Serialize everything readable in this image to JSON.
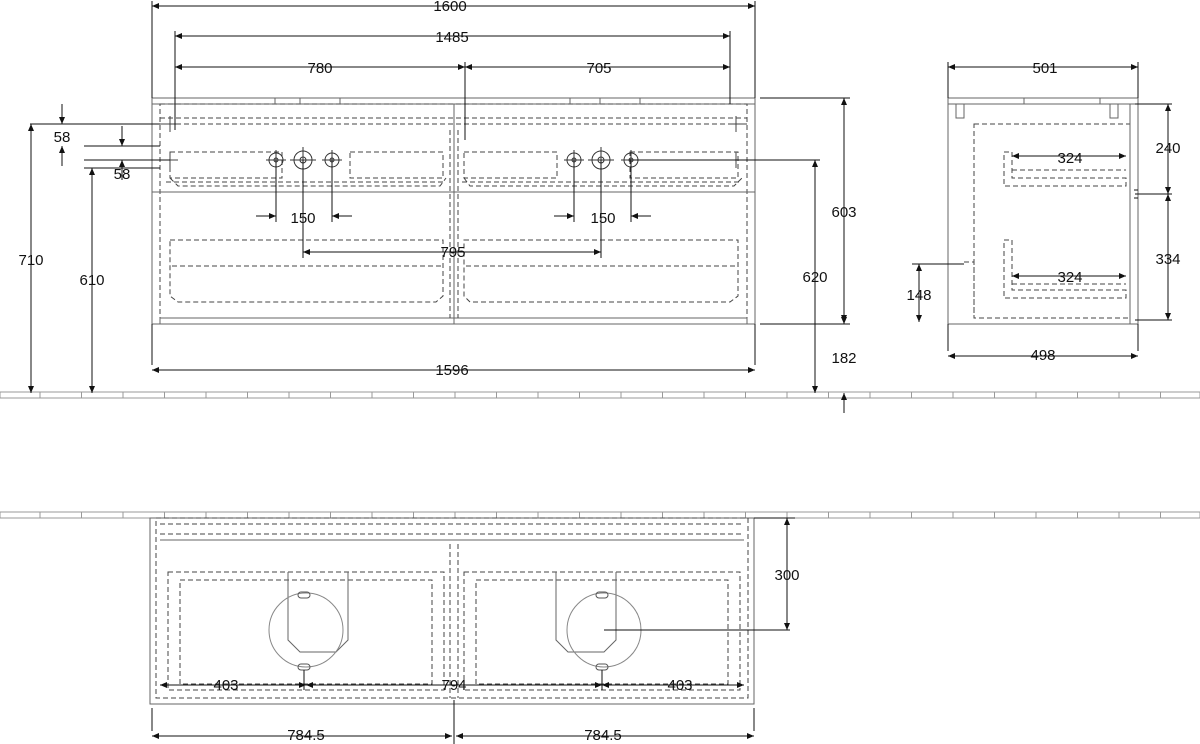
{
  "dimensions": {
    "front_top_width": "1600",
    "front_top_inner": "1485",
    "left_basin_offset": "780",
    "right_basin_offset": "705",
    "front_top_height_58a": "58",
    "front_top_height_58b": "58",
    "front_height_710": "710",
    "front_height_610": "610",
    "left_tap_spacing": "150",
    "right_tap_spacing": "150",
    "basin_centres": "795",
    "body_height_603": "603",
    "drain_height_620": "620",
    "wall_gap_182": "182",
    "body_width": "1596",
    "side_depth_top": "501",
    "side_drawer_top": "240",
    "side_drawer_bottom": "334",
    "side_inner_top": "324",
    "side_inner_bottom": "324",
    "side_siphon_height": "148",
    "side_depth_bottom": "498",
    "plan_depth": "300",
    "plan_left_403": "403",
    "plan_centre_794": "794",
    "plan_right_403": "403",
    "plan_half_left": "784.5",
    "plan_half_right": "784.5"
  }
}
